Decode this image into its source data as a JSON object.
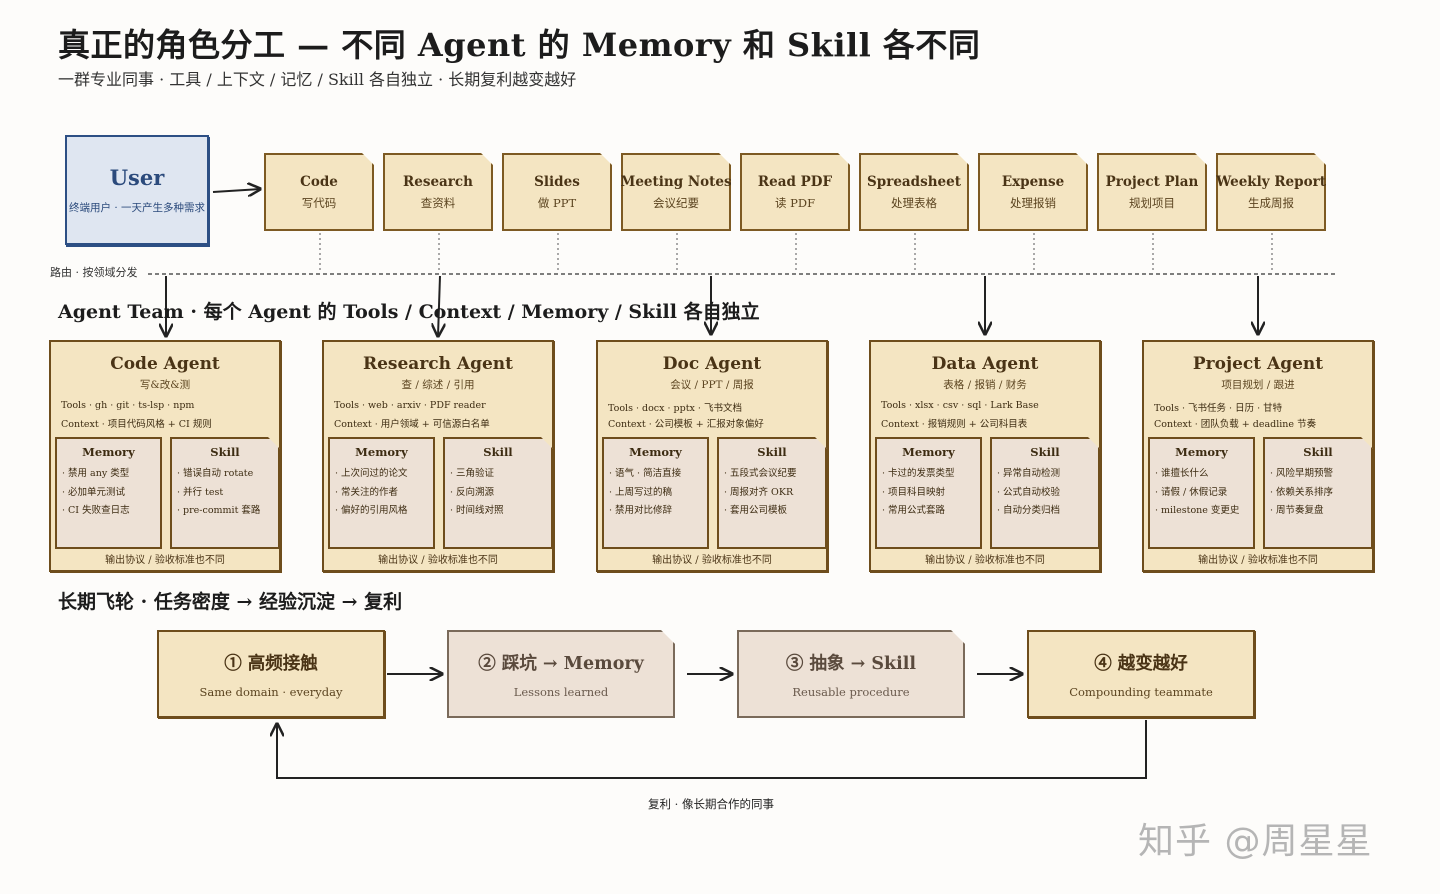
{
  "header": {
    "title": "真正的角色分工 — 不同 Agent 的 Memory 和 Skill 各不同",
    "subtitle": "一群专业同事 · 工具 / 上下文 / 记忆 / Skill 各自独立 · 长期复利越变越好"
  },
  "user": {
    "title": "User",
    "subtitle": "终端用户 · 一天产生多种需求"
  },
  "routing_label": "路由 · 按领域分发",
  "tasks": [
    {
      "name": "Code",
      "sub": "写代码"
    },
    {
      "name": "Research",
      "sub": "查资料"
    },
    {
      "name": "Slides",
      "sub": "做 PPT"
    },
    {
      "name": "Meeting Notes",
      "sub": "会议纪要"
    },
    {
      "name": "Read PDF",
      "sub": "读 PDF"
    },
    {
      "name": "Spreadsheet",
      "sub": "处理表格"
    },
    {
      "name": "Expense",
      "sub": "处理报销"
    },
    {
      "name": "Project Plan",
      "sub": "规划项目"
    },
    {
      "name": "Weekly Report",
      "sub": "生成周报"
    }
  ],
  "team_heading": "Agent Team · 每个 Agent 的 Tools / Context / Memory / Skill 各自独立",
  "agents": [
    {
      "title": "Code Agent",
      "sub": "写&改&测",
      "tools": "Tools · gh · git · ts-lsp · npm",
      "context": "Context · 项目代码风格 + CI 规则",
      "memory_head": "Memory",
      "skill_head": "Skill",
      "memory": [
        "· 禁用 any 类型",
        "· 必加单元测试",
        "· CI 失败查日志"
      ],
      "skill": [
        "· 错误自动 rotate",
        "· 并行 test",
        "· pre-commit 套路"
      ],
      "footer": "输出协议 / 验收标准也不同"
    },
    {
      "title": "Research Agent",
      "sub": "查 / 综述 / 引用",
      "tools": "Tools · web · arxiv · PDF reader",
      "context": "Context · 用户领域 + 可信源白名单",
      "memory_head": "Memory",
      "skill_head": "Skill",
      "memory": [
        "· 上次问过的论文",
        "· 常关注的作者",
        "· 偏好的引用风格"
      ],
      "skill": [
        "· 三角验证",
        "· 反向溯源",
        "· 时间线对照"
      ],
      "footer": "输出协议 / 验收标准也不同"
    },
    {
      "title": "Doc Agent",
      "sub": "会议 / PPT / 周报",
      "tools": "Tools · docx · pptx · 飞书文档",
      "context": "Context · 公司模板 + 汇报对象偏好",
      "memory_head": "Memory",
      "skill_head": "Skill",
      "memory": [
        "· 语气 · 简洁直接",
        "· 上周写过的稿",
        "· 禁用对比修辞"
      ],
      "skill": [
        "· 五段式会议纪要",
        "· 周报对齐 OKR",
        "· 套用公司模板"
      ],
      "footer": "输出协议 / 验收标准也不同"
    },
    {
      "title": "Data Agent",
      "sub": "表格 / 报销 / 财务",
      "tools": "Tools · xlsx · csv · sql · Lark Base",
      "context": "Context · 报销规则 + 公司科目表",
      "memory_head": "Memory",
      "skill_head": "Skill",
      "memory": [
        "· 卡过的发票类型",
        "· 项目科目映射",
        "· 常用公式套路"
      ],
      "skill": [
        "· 异常自动检测",
        "· 公式自动校验",
        "· 自动分类归档"
      ],
      "footer": "输出协议 / 验收标准也不同"
    },
    {
      "title": "Project Agent",
      "sub": "项目规划 / 跟进",
      "tools": "Tools · 飞书任务 · 日历 · 甘特",
      "context": "Context · 团队负载 + deadline 节奏",
      "memory_head": "Memory",
      "skill_head": "Skill",
      "memory": [
        "· 谁擅长什么",
        "· 请假 / 休假记录",
        "· milestone 变更史"
      ],
      "skill": [
        "· 风险早期预警",
        "· 依赖关系排序",
        "· 周节奏复盘"
      ],
      "footer": "输出协议 / 验收标准也不同"
    }
  ],
  "flywheel_heading": "长期飞轮 · 任务密度 → 经验沉淀 → 复利",
  "flywheel": [
    {
      "title": "① 高频接触",
      "sub": "Same domain · everyday"
    },
    {
      "title": "② 踩坑 → Memory",
      "sub": "Lessons learned"
    },
    {
      "title": "③ 抽象 → Skill",
      "sub": "Reusable procedure"
    },
    {
      "title": "④ 越变越好",
      "sub": "Compounding teammate"
    }
  ],
  "loop_label": "复利 · 像长期合作的同事",
  "watermark": "知乎 @周星星",
  "colors": {
    "card": "#f4e5c2",
    "card_border": "#6e4d1c",
    "note": "#ede1d6",
    "user": "#dfe6f1",
    "user_border": "#2d4f84"
  }
}
